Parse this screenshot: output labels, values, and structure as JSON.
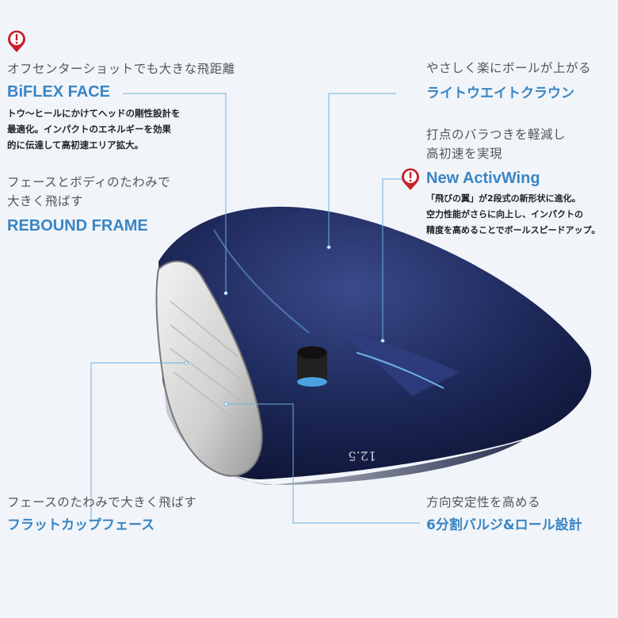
{
  "features": [
    {
      "subtitle": "オフセンターショットでも大きな飛距離",
      "title": "BiFLEX FACE",
      "description": [
        "トウ〜ヒールにかけてヘッドの剛性設計を",
        "最適化。インパクトのエネルギーを効果",
        "的に伝達して高初速エリア拡大。"
      ],
      "icon": "alert-pin-icon"
    },
    {
      "subtitle": [
        "フェースとボディのたわみで",
        "大きく飛ばす"
      ],
      "title": "REBOUND FRAME"
    },
    {
      "subtitle": "やさしく楽にボールが上がる",
      "title": "ライトウエイトクラウン"
    },
    {
      "subtitle": [
        "打点のバラつきを軽減し",
        "高初速を実現"
      ],
      "title": "New ActivWing",
      "description": [
        "「飛びの翼」が2段式の新形状に進化。",
        "空力性能がさらに向上し、インパクトの",
        "精度を高めることでボールスピードアップ。"
      ],
      "icon": "alert-pin-icon"
    },
    {
      "subtitle": "フェースのたわみで大きく飛ばす",
      "title": "フラットカップフェース"
    },
    {
      "subtitle": "方向安定性を高める",
      "title": "6分割バルジ&ロール設計"
    }
  ],
  "sole_marking": "12.5",
  "colors": {
    "accent": "#3a85c4",
    "pin": "#c8202a",
    "crown": "#1b2450",
    "background": "#f1f5fa"
  }
}
